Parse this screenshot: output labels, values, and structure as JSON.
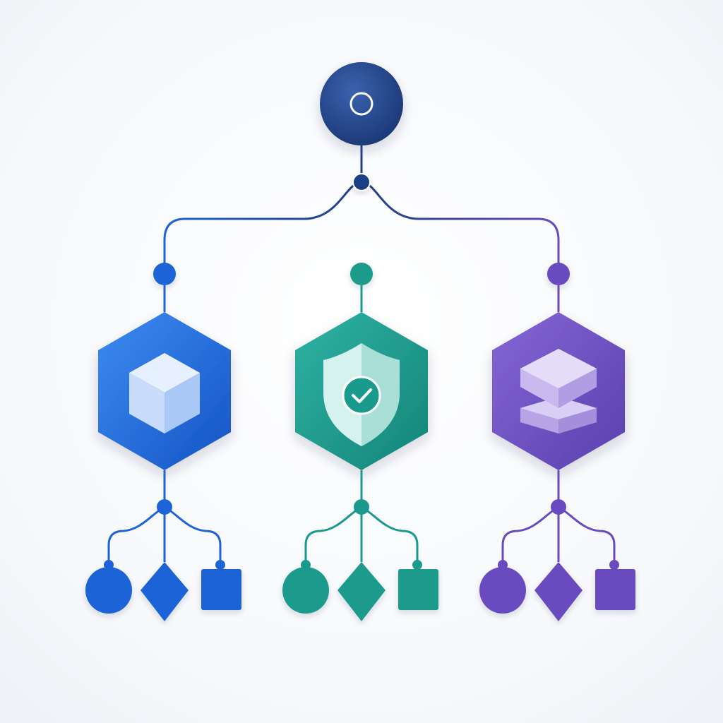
{
  "diagram": {
    "type": "hierarchy-tree",
    "root": {
      "icon": "circle-ring-icon",
      "color": "#1f3f86"
    },
    "branches": [
      {
        "id": "blue",
        "color": "#1e63d8",
        "light": "#3b86ee",
        "hub_icon": "cube-icon",
        "children": [
          {
            "shape": "circle",
            "icon": "circle-shape-icon"
          },
          {
            "shape": "diamond",
            "icon": "diamond-shape-icon"
          },
          {
            "shape": "square",
            "icon": "square-shape-icon"
          }
        ]
      },
      {
        "id": "teal",
        "color": "#1a9a8c",
        "light": "#2fb7a7",
        "hub_icon": "shield-check-icon",
        "children": [
          {
            "shape": "circle",
            "icon": "circle-shape-icon"
          },
          {
            "shape": "diamond",
            "icon": "diamond-shape-icon"
          },
          {
            "shape": "square",
            "icon": "square-shape-icon"
          }
        ]
      },
      {
        "id": "purple",
        "color": "#6a4bbf",
        "light": "#8a6ad8",
        "hub_icon": "stacked-layers-icon",
        "children": [
          {
            "shape": "circle",
            "icon": "circle-shape-icon"
          },
          {
            "shape": "diamond",
            "icon": "diamond-shape-icon"
          },
          {
            "shape": "square",
            "icon": "square-shape-icon"
          }
        ]
      }
    ]
  }
}
